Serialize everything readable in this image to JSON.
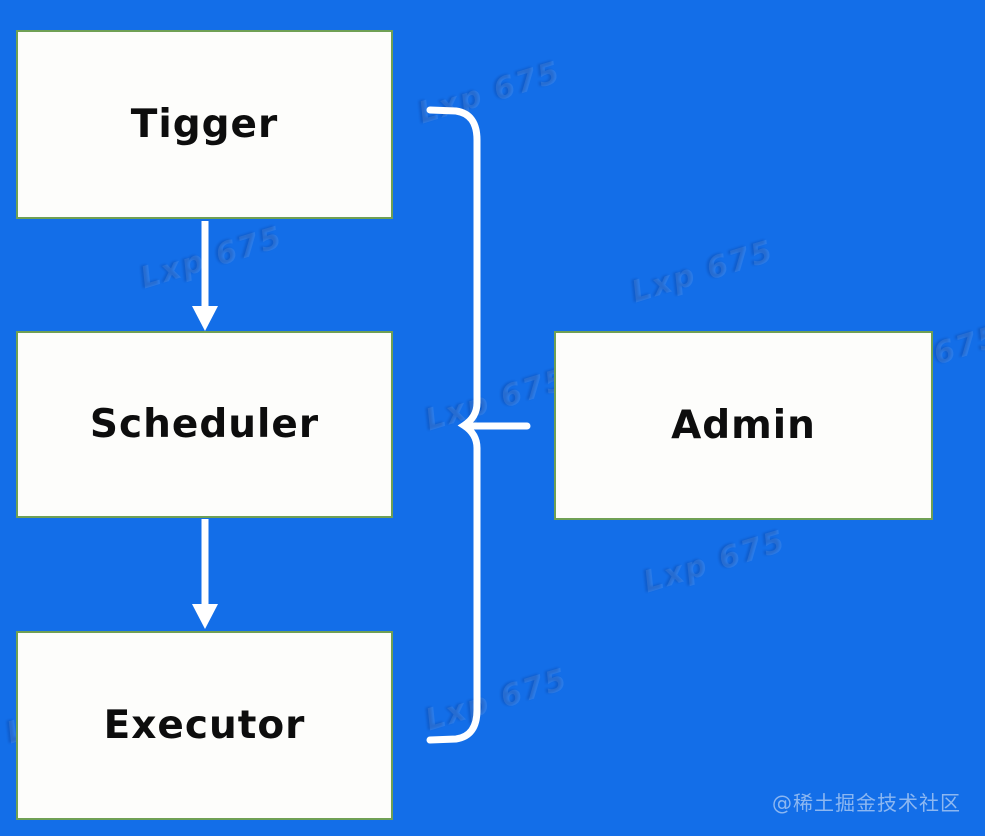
{
  "page": {
    "background_color": "#136ee8"
  },
  "diagram": {
    "nodes": [
      {
        "id": "tigger",
        "label": "Tigger"
      },
      {
        "id": "scheduler",
        "label": "Scheduler"
      },
      {
        "id": "executor",
        "label": "Executor"
      },
      {
        "id": "admin",
        "label": "Admin"
      }
    ],
    "edges": [
      {
        "from": "tigger",
        "to": "scheduler",
        "type": "arrow"
      },
      {
        "from": "scheduler",
        "to": "executor",
        "type": "arrow"
      },
      {
        "from": [
          "tigger",
          "scheduler",
          "executor"
        ],
        "to": "admin",
        "type": "curly-brace"
      }
    ],
    "colors": {
      "node_fill": "#fdfdfb",
      "node_border": "#6fa054",
      "node_text": "#0d0d0d",
      "connector": "#ffffff"
    }
  },
  "watermark": {
    "tile_text": "Lxp 675",
    "credit": "@稀土掘金技术社区"
  }
}
